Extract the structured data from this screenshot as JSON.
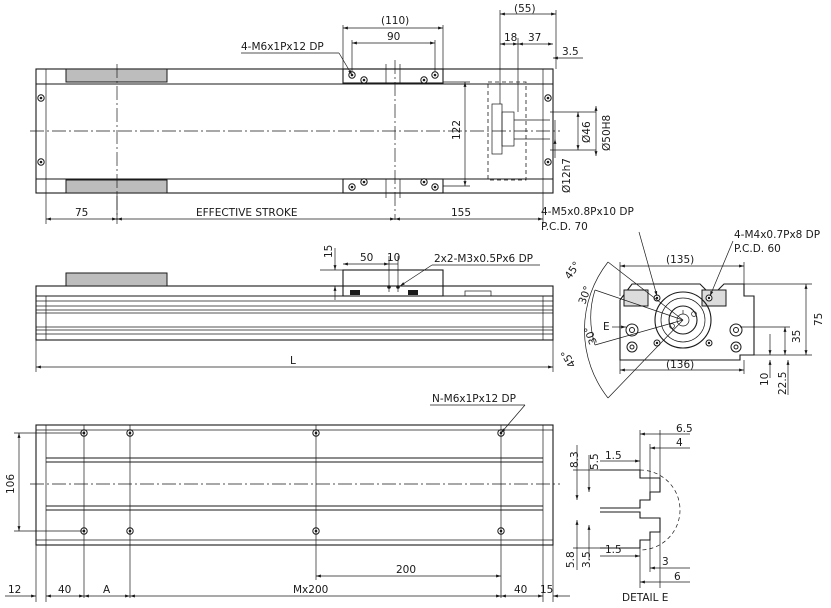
{
  "top_view": {
    "note_holes": "4-M6x1Px12 DP",
    "dim_110": "(110)",
    "dim_90": "90",
    "dim_55": "(55)",
    "dim_18": "18",
    "dim_37": "37",
    "dim_3_5": "3.5",
    "dim_122": "122",
    "dim_46": "Ø46",
    "dim_50h8": "Ø50H8",
    "dim_12h7": "Ø12h7",
    "dim_75": "75",
    "dim_stroke": "EFFECTIVE STROKE",
    "dim_155": "155"
  },
  "side_view": {
    "dim_15": "15",
    "dim_50": "50",
    "dim_10": "10",
    "note_holes": "2x2-M3x0.5Px6 DP",
    "dim_L": "L"
  },
  "end_view": {
    "note_m5": "4-M5x0.8Px10 DP",
    "note_pcd70": "P.C.D. 70",
    "note_m4": "4-M4x0.7Px8 DP",
    "note_pcd60": "P.C.D. 60",
    "dim_135": "(135)",
    "dim_136": "(136)",
    "angle_45": "45°",
    "angle_30": "30°",
    "angle_30b": "30°",
    "angle_45b": "45°",
    "label_E": "E",
    "dim_75": "75",
    "dim_35": "35",
    "dim_10": "10",
    "dim_22_5": "22.5"
  },
  "bottom_view": {
    "note_holes": "N-M6x1Px12 DP",
    "dim_106": "106",
    "dim_200": "200",
    "dim_12": "12",
    "dim_40a": "40",
    "dim_A": "A",
    "dim_m200": "Mx200",
    "dim_40b": "40",
    "dim_15": "15"
  },
  "detail_e": {
    "dim_6_5": "6.5",
    "dim_4": "4",
    "dim_8_3": "8.3",
    "dim_5_5": "5.5",
    "dim_1_5a": "1.5",
    "dim_1_5b": "1.5",
    "dim_5_8": "5.8",
    "dim_3_5": "3.5",
    "dim_3": "3",
    "dim_6": "6",
    "label": "DETAIL E"
  }
}
